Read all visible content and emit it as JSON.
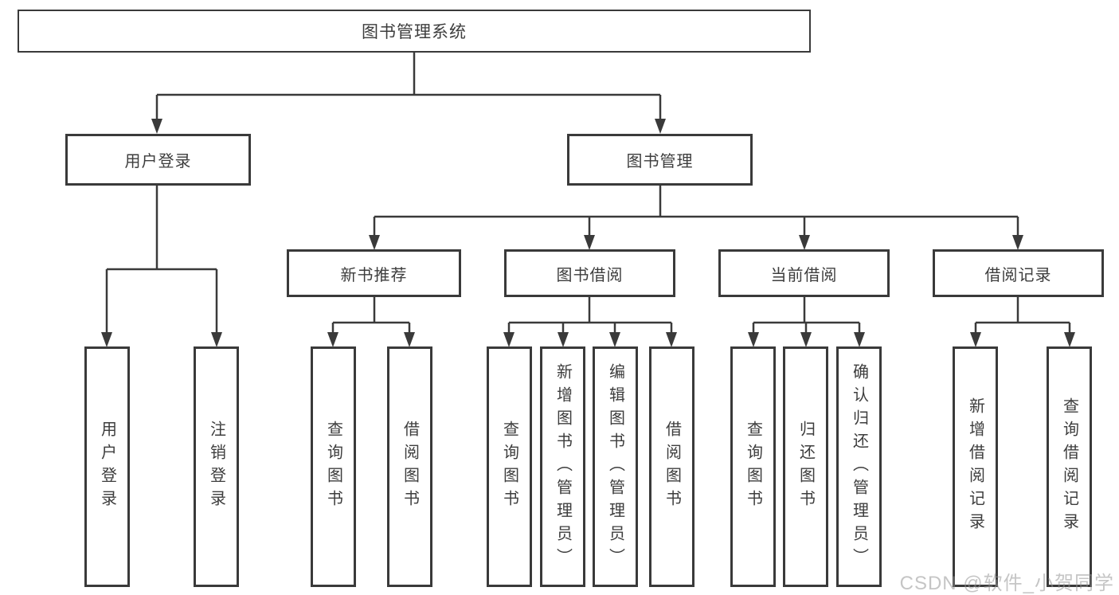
{
  "watermark": "CSDN @软件_小贺同学",
  "colors": {
    "line": "#3a3a3a",
    "box_border": "#3a3a3a",
    "text": "#3d3d3d",
    "watermark_gray": "#c6c6c6",
    "background": "#ffffff"
  },
  "tree": {
    "root": {
      "label": "图书管理系统"
    },
    "branches": [
      {
        "label": "用户登录",
        "children": [
          {
            "label": "用户登录"
          },
          {
            "label": "注销登录"
          }
        ]
      },
      {
        "label": "图书管理",
        "children": [
          {
            "label": "新书推荐",
            "children": [
              {
                "label": "查询图书"
              },
              {
                "label": "借阅图书"
              }
            ]
          },
          {
            "label": "图书借阅",
            "children": [
              {
                "label": "查询图书"
              },
              {
                "label": "新增图书（管理员）"
              },
              {
                "label": "编辑图书（管理员）"
              },
              {
                "label": "借阅图书"
              }
            ]
          },
          {
            "label": "当前借阅",
            "children": [
              {
                "label": "查询图书"
              },
              {
                "label": "归还图书"
              },
              {
                "label": "确认归还（管理员）"
              }
            ]
          },
          {
            "label": "借阅记录",
            "children": [
              {
                "label": "新增借阅记录"
              },
              {
                "label": "查询借阅记录"
              }
            ]
          }
        ]
      }
    ]
  }
}
